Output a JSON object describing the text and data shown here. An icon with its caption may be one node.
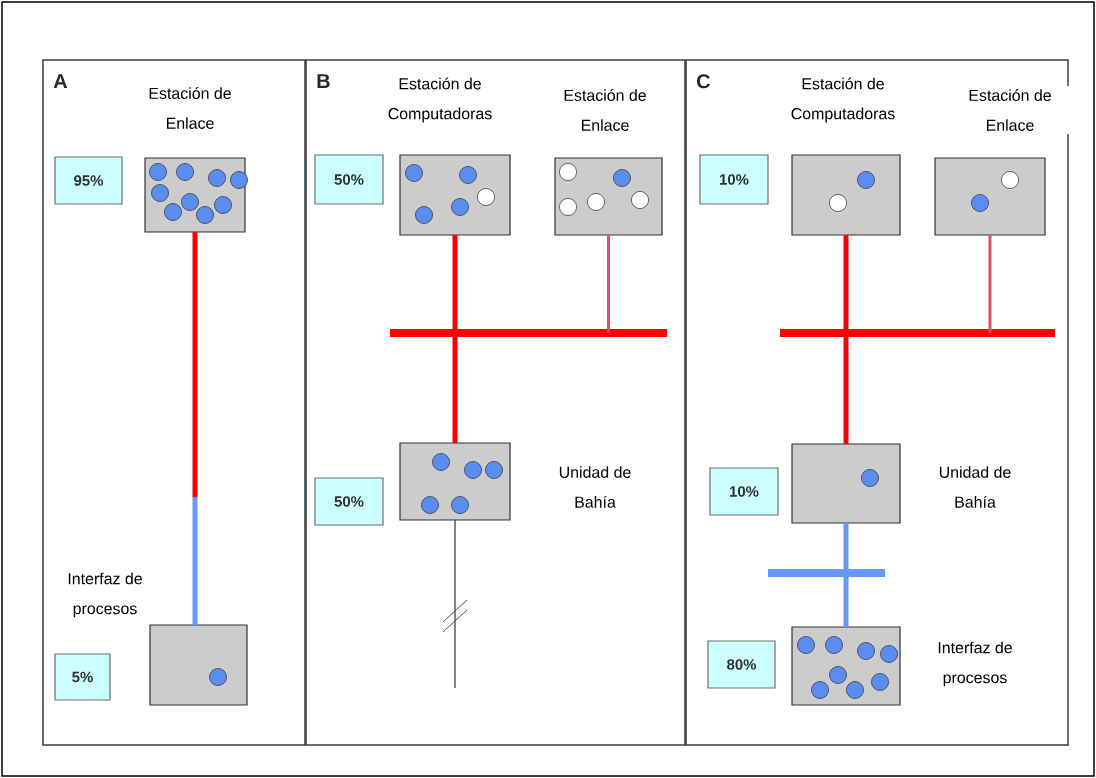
{
  "diagram": {
    "nodes": [
      {
        "text": [
          "A"
        ]
      },
      {
        "text": [
          "95%"
        ],
        "in": 0
      },
      {
        "text": [
          "Estación de Enlace"
        ],
        "in": 0
      },
      {
        "text": [
          "Interfaz de procesos"
        ],
        "in": 0
      },
      {
        "text": [
          "5%"
        ],
        "in": 0
      },
      {
        "text": [
          "B"
        ]
      },
      {
        "text": [
          "50%"
        ],
        "in": 5
      },
      {
        "text": [
          "Estación de Computadoras"
        ],
        "in": 5
      },
      {
        "text": [
          "Estación de Enlace"
        ],
        "in": 5
      },
      {
        "text": [],
        "shape": "bar",
        "in": 5
      },
      {
        "text": [
          "50%"
        ],
        "in": 5
      },
      {
        "text": [
          "Unidad de Bahía"
        ],
        "in": 5
      },
      {
        "text": [
          "C"
        ]
      },
      {
        "text": [
          "10%"
        ],
        "in": 12
      },
      {
        "text": [
          "Estación de Computadoras"
        ],
        "in": 12
      },
      {
        "text": [
          "Estación de Enlace"
        ],
        "in": 12
      },
      {
        "text": [],
        "shape": "bar",
        "in": 12
      },
      {
        "text": [
          "10%"
        ],
        "in": 12
      },
      {
        "text": [
          "Unidad de Bahía"
        ],
        "in": 12
      },
      {
        "text": [],
        "shape": "bar",
        "in": 12
      },
      {
        "text": [
          "80%"
        ],
        "in": 12
      },
      {
        "text": [
          "Interfaz de procesos"
        ],
        "in": 12
      }
    ],
    "edges": [
      {
        "from": 2,
        "to": 3,
        "arrow": "none"
      },
      {
        "from": 7,
        "to": 9,
        "arrow": "none"
      },
      {
        "from": 8,
        "to": 9,
        "arrow": "none",
        "color": "#e0506e"
      },
      {
        "from": 9,
        "to": 11,
        "arrow": "none"
      },
      {
        "from": 11,
        "to": null,
        "arrow": "none",
        "color": "#333333"
      },
      {
        "from": 14,
        "to": 16,
        "arrow": "none"
      },
      {
        "from": 15,
        "to": 16,
        "arrow": "none",
        "color": "#e0506e"
      },
      {
        "from": 16,
        "to": 18,
        "arrow": "none"
      },
      {
        "from": 18,
        "to": 19,
        "arrow": "none",
        "color": "#6699ff"
      },
      {
        "from": 19,
        "to": 21,
        "arrow": "none",
        "color": "#6699ff"
      }
    ]
  }
}
